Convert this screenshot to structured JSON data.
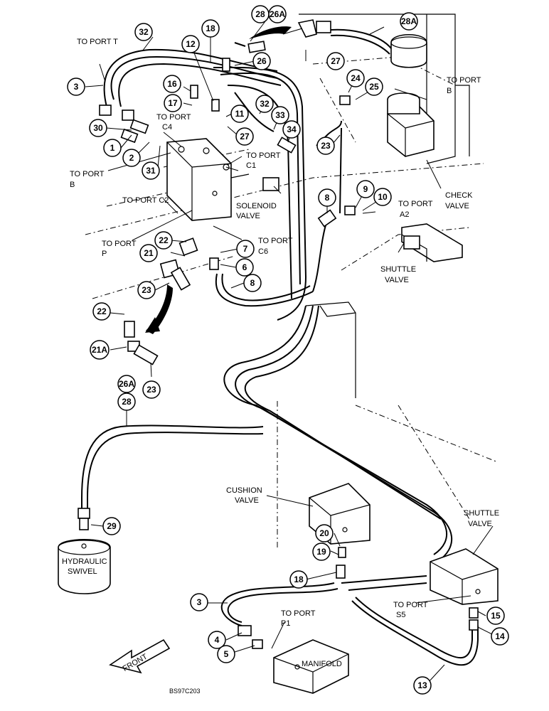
{
  "figure_code": "BS97C203",
  "front_label": "FRONT",
  "callouts": {
    "n1": "1",
    "n2": "2",
    "n3a": "3",
    "n3b": "3",
    "n4": "4",
    "n5": "5",
    "n6": "6",
    "n7": "7",
    "n8a": "8",
    "n8b": "8",
    "n9": "9",
    "n10": "10",
    "n11": "11",
    "n12": "12",
    "n13": "13",
    "n14": "14",
    "n15": "15",
    "n16": "16",
    "n17": "17",
    "n18a": "18",
    "n18b": "18",
    "n19": "19",
    "n20": "20",
    "n21": "21",
    "n21a": "21A",
    "n22a": "22",
    "n22b": "22",
    "n23a": "23",
    "n23b": "23",
    "n23c": "23",
    "n24": "24",
    "n25": "25",
    "n26": "26",
    "n26a_top": "26A",
    "n26a_mid": "26A",
    "n27a": "27",
    "n27b": "27",
    "n28a": "28",
    "n28b": "28",
    "n28A": "28A",
    "n29": "29",
    "n30": "30",
    "n31": "31",
    "n32a": "32",
    "n32b": "32",
    "n33": "33",
    "n34": "34"
  },
  "labels": {
    "to_port_t": "TO PORT T",
    "to_port_c4_a": "TO PORT",
    "to_port_c4_b": "C4",
    "to_port_c1_a": "TO PORT",
    "to_port_c1_b": "C1",
    "to_port_b_left_a": "TO PORT",
    "to_port_b_left_b": "B",
    "to_port_c2": "TO PORT C2",
    "solenoid_a": "SOLENOID",
    "solenoid_b": "VALVE",
    "to_port_p_a": "TO PORT",
    "to_port_p_b": "P",
    "to_port_c6_a": "TO PORT",
    "to_port_c6_b": "C6",
    "to_port_b_right_a": "TO PORT",
    "to_port_b_right_b": "B",
    "check_a": "CHECK",
    "check_b": "VALVE",
    "to_port_a2_a": "TO PORT",
    "to_port_a2_b": "A2",
    "shuttle_top_a": "SHUTTLE",
    "shuttle_top_b": "VALVE",
    "cushion_a": "CUSHION",
    "cushion_b": "VALVE",
    "shuttle_bot_a": "SHUTTLE",
    "shuttle_bot_b": "VALVE",
    "hyd_swivel_a": "HYDRAULIC",
    "hyd_swivel_b": "SWIVEL",
    "to_port_p1_a": "TO PORT",
    "to_port_p1_b": "P1",
    "to_port_s5_a": "TO PORT",
    "to_port_s5_b": "S5",
    "manifold": "MANIFOLD"
  }
}
